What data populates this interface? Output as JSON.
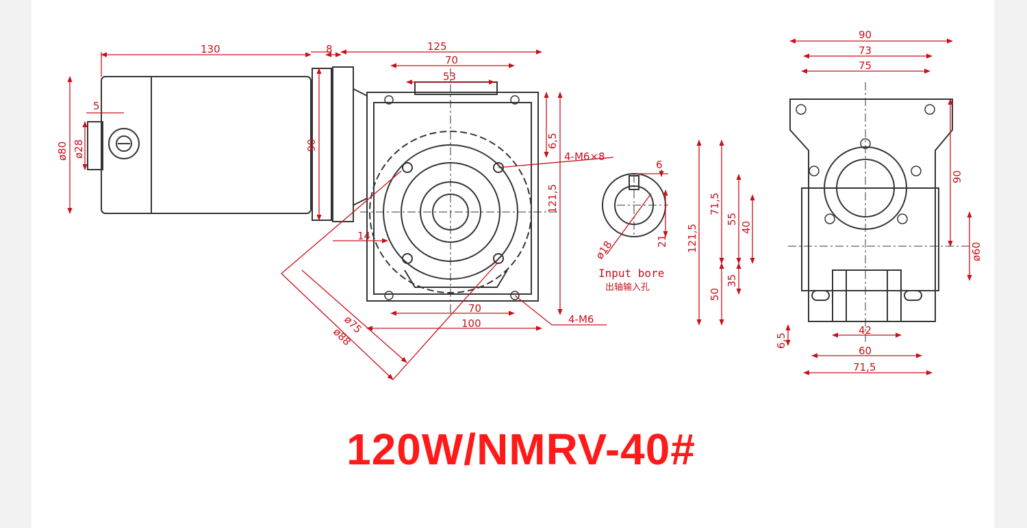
{
  "title": "120W/NMRV-40#",
  "colors": {
    "accent": "#ff1a1a",
    "dimension": "#c8101a",
    "outline": "#333333"
  },
  "dimensions": {
    "motor_length": "130",
    "flange": "8",
    "gearbox_length": "125",
    "bolt_span_top": "70",
    "inner_span_top": "53",
    "motor_dia": "ø80",
    "shaft_dia": "ø28",
    "shaft_offset": "5",
    "flange_height": "90",
    "offset_6_5": "6,5",
    "height_121_5": "121,5",
    "thread_holes": "4-M6×8",
    "pcd_75": "ø75",
    "pcd_88": "ø88",
    "offset_14": "14",
    "bolt_span_bottom": "70",
    "base_length": "100",
    "base_holes": "4-M6",
    "bore_key": "6",
    "bore_dia": "ø18",
    "bore_depth": "21",
    "side_width_90": "90",
    "side_width_73": "73",
    "side_width_75": "75",
    "side_height_90": "90",
    "side_dia_60": "ø60",
    "side_height_121_5": "121,5",
    "side_height_71_5": "71,5",
    "side_height_55": "55",
    "side_height_40": "40",
    "side_height_35": "35",
    "side_height_50": "50",
    "side_offset_6_5": "6,5",
    "side_base_42": "42",
    "side_base_60": "60",
    "side_base_71_5": "71,5"
  },
  "labels": {
    "input_bore_en": "Input bore",
    "input_bore_cn": "出轴输入孔"
  }
}
